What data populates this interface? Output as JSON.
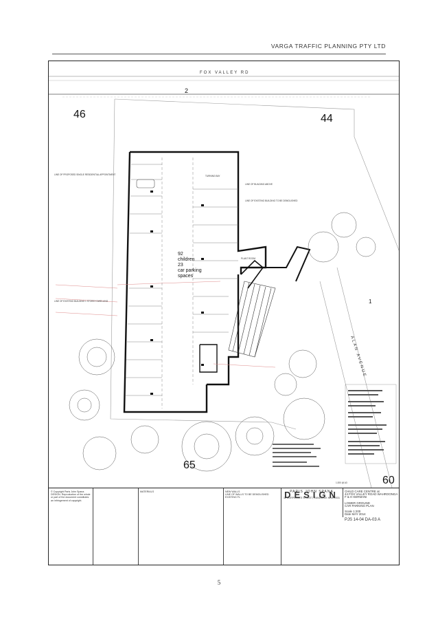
{
  "header": {
    "company": "VARGA TRAFFIC PLANNING PTY LTD"
  },
  "plan": {
    "road_name": "FOX VALLEY RD",
    "road_lot": "2",
    "lot_left": "46",
    "lot_right": "44",
    "lot_bottom": "65",
    "lot_corner": "60",
    "side_road": "ALAN AVENUE",
    "side_lot": "1",
    "centre_note_1": "92",
    "centre_note_2": "children",
    "centre_note_3": "23",
    "centre_note_4": "car parking",
    "centre_note_5": "spaces",
    "turning_bay": "TURNING BAY",
    "line_building_above": "LINE OF BUILDING ABOVE",
    "line_existing_demolished": "LINE OF EXISTING BUILDING TO BE DEMOLISHED",
    "line_proposed": "LINE OF PROPOSED SINGLE RESIDENTIAL APPOINTMENT",
    "line_existing_storey": "LINE OF EXISTING BUILDING 1 STOREY DWELLING",
    "plant_room": "PLANT ROOM",
    "new_walls": "NEW WALLS",
    "line_walls_demolished": "LINE OF WALLS TO BE DEMOLISHED",
    "existing_fl": "EXISTING FL",
    "scale_note": "1:200 @ A3"
  },
  "title_block": {
    "firm_top": "PARIS JOHN SPANA",
    "firm_main": "DESIGN",
    "firm_sub": "11 CORPORATE STREET, RANDWICK NSW 2031",
    "project_1": "CHILD CARE CENTRE at",
    "project_2": "44 FOX VALLEY ROAD WAHROONGA",
    "project_3": "F & H KERMANI",
    "drawing_1": "LOWER GROUND",
    "drawing_2": "CAR PARKING PLAN",
    "scale_label": "Scale",
    "scale_value": "1:200",
    "date_label": "Date",
    "date_value": "MAY 2014",
    "job_ref": "PJS 14-04 DA-03",
    "revision": "A",
    "copyright": "© Copyright Paris John Spana DESIGN. Reproduction of the whole or part of the document constitutes an infringement of copyright.",
    "legend_title": "MATERIALS"
  },
  "page": {
    "number": "5"
  }
}
